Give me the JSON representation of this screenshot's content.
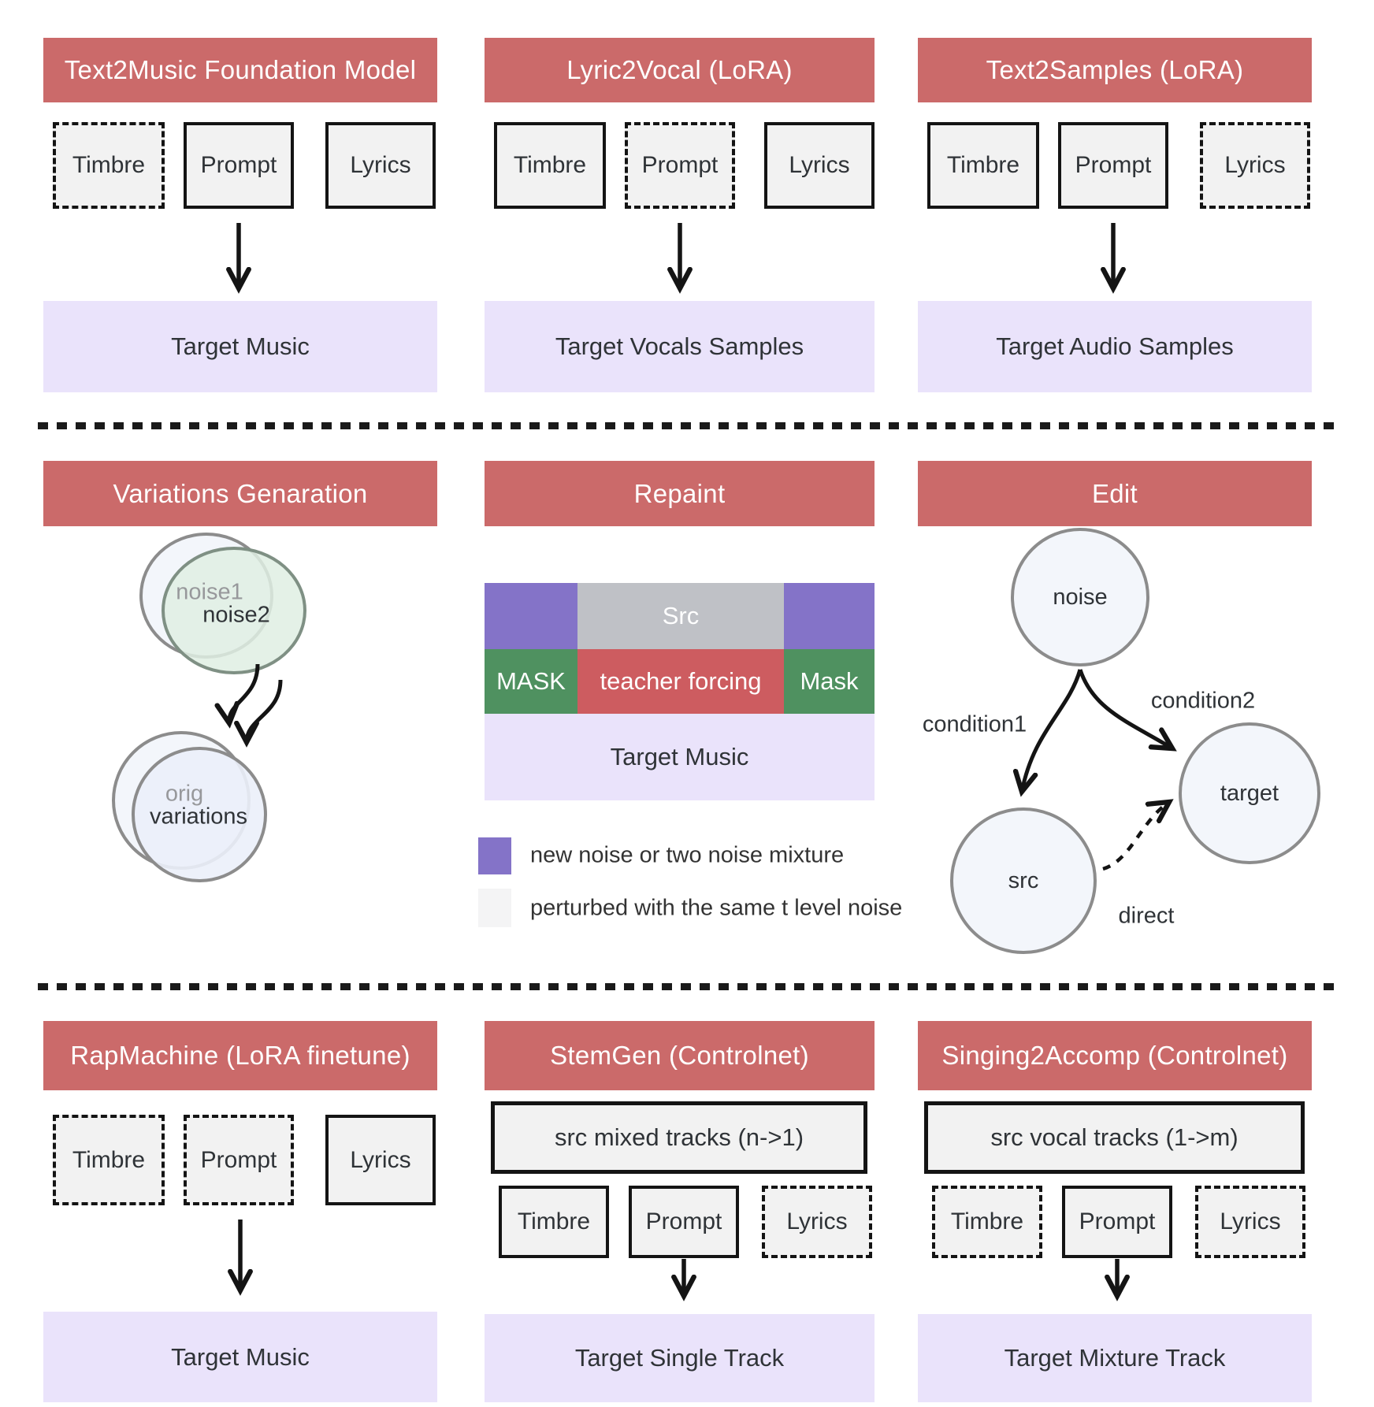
{
  "colors": {
    "header_red": "#cb6a6a",
    "teacher_forcing_red": "#cd5c60",
    "noise_purple": "#8473c8",
    "mask_green": "#4f9160",
    "src_gray": "#bfc1c6",
    "target_lavender": "#eae3fb",
    "box_fill": "#f2f2f2",
    "circle_fill": "#f3f6fb",
    "noise2_green_fill": "#dfefe3"
  },
  "row1": {
    "text2music": {
      "title": "Text2Music Foundation Model",
      "boxes": {
        "timbre": "Timbre",
        "prompt": "Prompt",
        "lyrics": "Lyrics"
      },
      "target": "Target Music"
    },
    "lyric2vocal": {
      "title": "Lyric2Vocal (LoRA)",
      "boxes": {
        "timbre": "Timbre",
        "prompt": "Prompt",
        "lyrics": "Lyrics"
      },
      "target": "Target Vocals Samples"
    },
    "text2samples": {
      "title": "Text2Samples (LoRA)",
      "boxes": {
        "timbre": "Timbre",
        "prompt": "Prompt",
        "lyrics": "Lyrics"
      },
      "target": "Target Audio Samples"
    }
  },
  "row2": {
    "variations": {
      "title": "Variations Genaration",
      "labels": {
        "noise1": "noise1",
        "noise2": "noise2",
        "orig": "orig",
        "variations": "variations"
      }
    },
    "repaint": {
      "title": "Repaint",
      "blocks": {
        "src": "Src",
        "mask_left": "MASK",
        "teacher_forcing": "teacher forcing",
        "mask_right": "Mask",
        "target": "Target Music"
      },
      "legend": {
        "purple": "new noise or two noise mixture",
        "gray": "perturbed with the same t level noise"
      }
    },
    "edit": {
      "title": "Edit",
      "nodes": {
        "noise": "noise",
        "src": "src",
        "target": "target"
      },
      "edges": {
        "condition1": "condition1",
        "condition2": "condition2",
        "direct": "direct"
      }
    }
  },
  "row3": {
    "rapmachine": {
      "title": "RapMachine (LoRA finetune)",
      "boxes": {
        "timbre": "Timbre",
        "prompt": "Prompt",
        "lyrics": "Lyrics"
      },
      "target": "Target Music"
    },
    "stemgen": {
      "title": "StemGen (Controlnet)",
      "src_box": "src mixed tracks (n->1)",
      "boxes": {
        "timbre": "Timbre",
        "prompt": "Prompt",
        "lyrics": "Lyrics"
      },
      "target": "Target Single Track"
    },
    "singing2accomp": {
      "title": "Singing2Accomp (Controlnet)",
      "src_box": "src vocal tracks (1->m)",
      "boxes": {
        "timbre": "Timbre",
        "prompt": "Prompt",
        "lyrics": "Lyrics"
      },
      "target": "Target Mixture Track"
    }
  }
}
